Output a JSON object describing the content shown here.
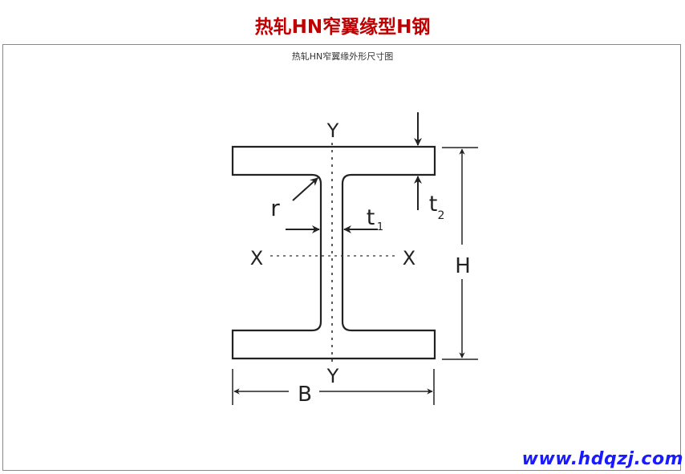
{
  "header": {
    "title": "热轧HN窄翼缘型H钢",
    "title_color": "#c00000"
  },
  "figure": {
    "caption": "热轧HN窄翼缘外形尺寸图",
    "labels": {
      "y_top": "Y",
      "y_bottom": "Y",
      "x_left": "X",
      "x_right": "X",
      "radius": "r",
      "web_thickness": "t",
      "web_thickness_sub": "1",
      "flange_thickness": "t",
      "flange_thickness_sub": "2",
      "height": "H",
      "width": "B"
    }
  },
  "watermark": {
    "text": "www.hdqzj.com",
    "color": "#1a1aff"
  }
}
